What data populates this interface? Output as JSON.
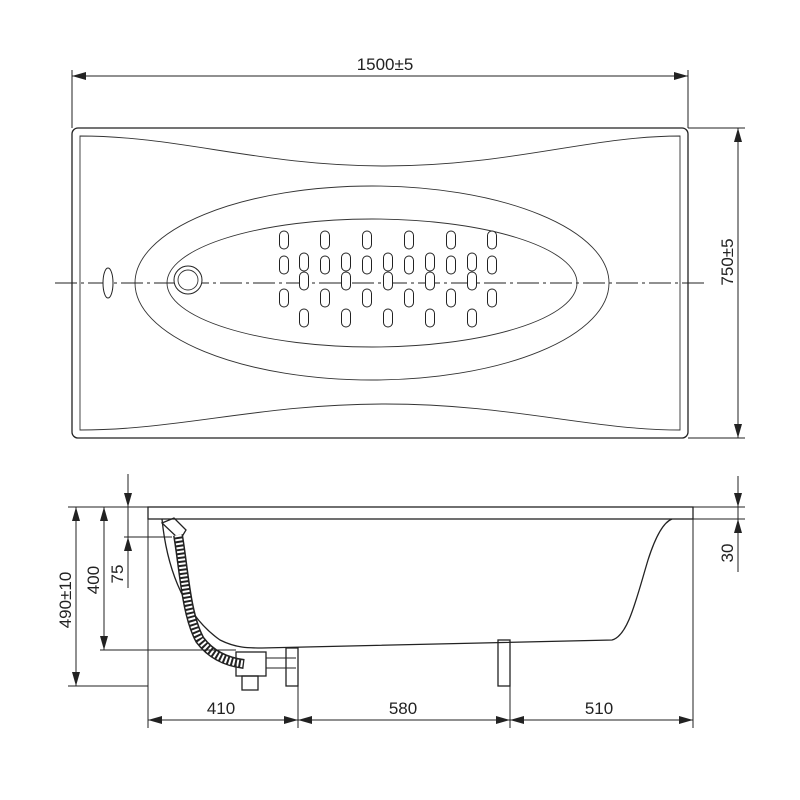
{
  "drawing": {
    "top_view": {
      "length_label": "1500±5",
      "width_label": "750±5"
    },
    "side_view": {
      "total_height_label": "490±10",
      "inner_depth_label": "400",
      "overflow_label": "75",
      "rim_label": "30",
      "segments": [
        {
          "label": "410"
        },
        {
          "label": "580"
        },
        {
          "label": "510"
        }
      ]
    }
  }
}
